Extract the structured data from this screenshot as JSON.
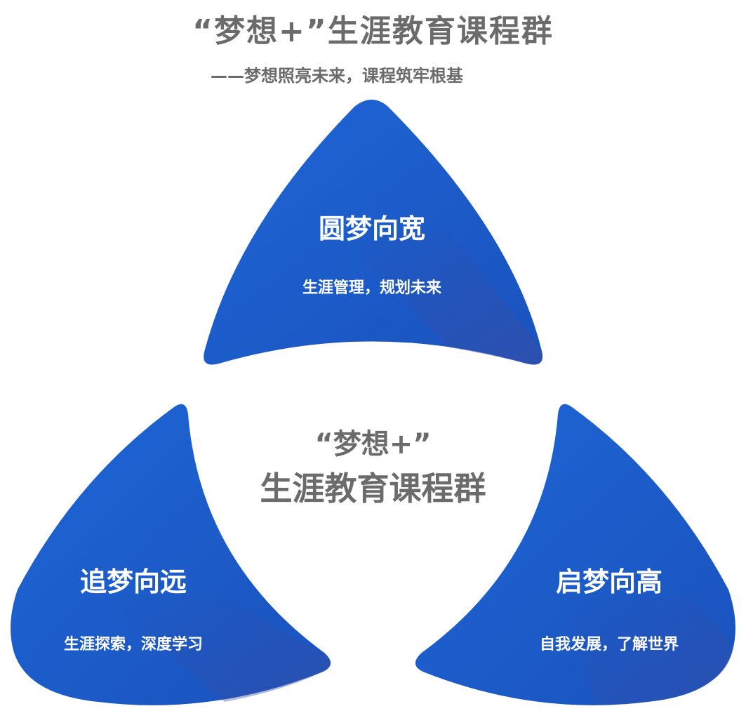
{
  "title": "“梦想+”生涯教育课程群",
  "subtitle": "——梦想照亮未来，课程筑牢根基",
  "center": {
    "line1": "“梦想+”",
    "line2": "生涯教育课程群"
  },
  "colors": {
    "blue": "#1c5fce",
    "shadow": "#3a50a8",
    "text_gray": "#6b6b6b"
  },
  "petals": [
    {
      "title": "圆梦向宽",
      "subtitle": "生涯管理，规划未来"
    },
    {
      "title": "追梦向远",
      "subtitle": "生涯探索，深度学习"
    },
    {
      "title": "启梦向高",
      "subtitle": "自我发展，了解世界"
    }
  ]
}
